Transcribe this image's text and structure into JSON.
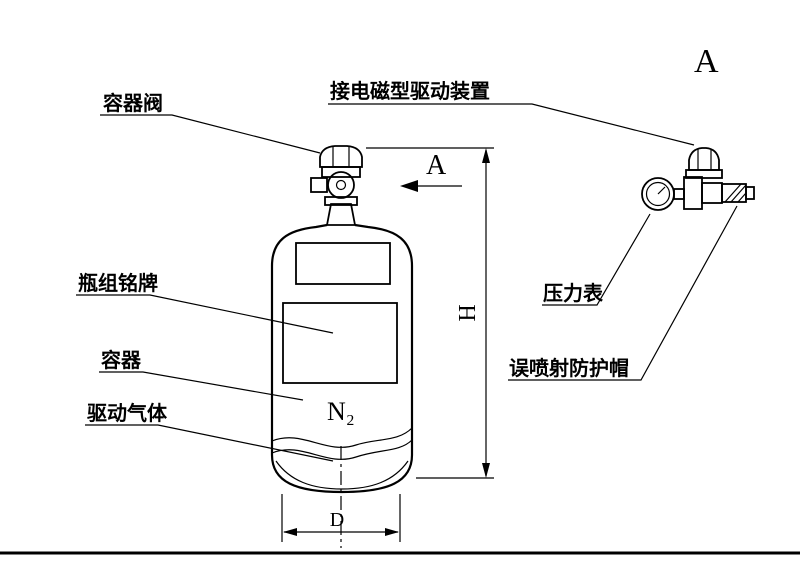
{
  "page": {
    "background": "#ffffff",
    "line_color": "#000000"
  },
  "labels": {
    "container_valve": "容器阀",
    "solenoid_drive_device": "接电磁型驱动装置",
    "cylinder_nameplate": "瓶组铭牌",
    "container": "容器",
    "driving_gas": "驱动气体",
    "pressure_gauge": "压力表",
    "mis_spray_protection_cap": "误喷射防护帽"
  },
  "annotations": {
    "gas_symbol": "N₂",
    "view_direction": "A",
    "detail_view_title": "A",
    "dimension_height": "H",
    "dimension_diameter": "D"
  }
}
